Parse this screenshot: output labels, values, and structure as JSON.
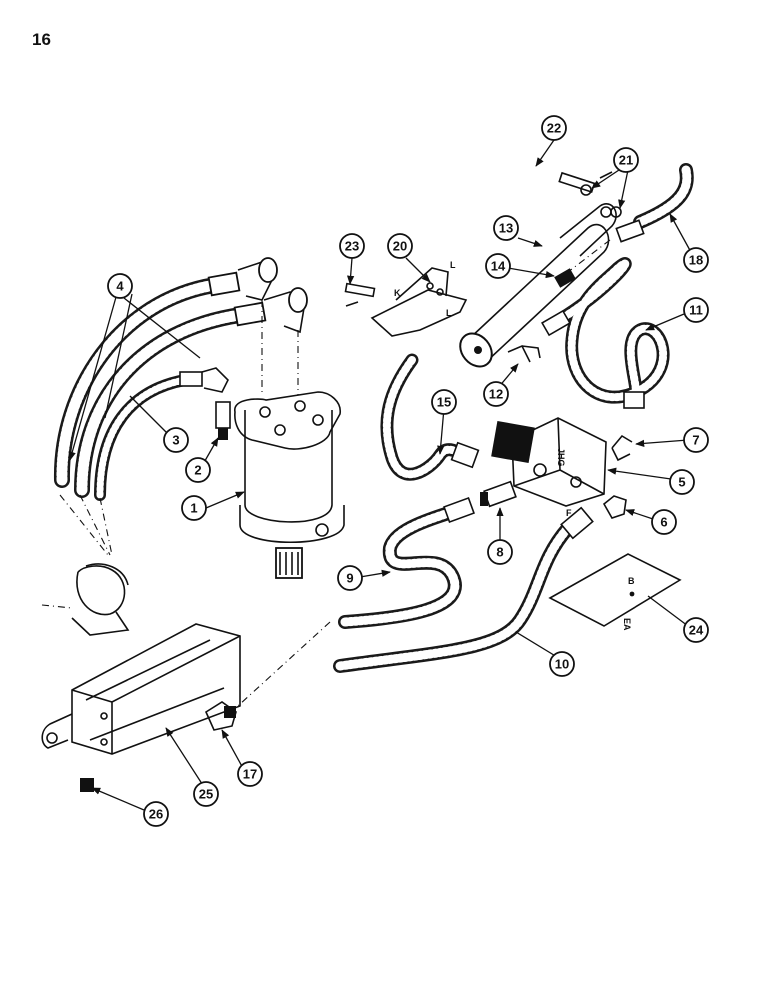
{
  "page_number": "16",
  "callouts": [
    "1",
    "2",
    "3",
    "4",
    "5",
    "6",
    "7",
    "8",
    "9",
    "10",
    "11",
    "12",
    "13",
    "14",
    "15",
    "17",
    "18",
    "20",
    "21",
    "22",
    "23",
    "24",
    "25",
    "26"
  ],
  "letters": {
    "bracket_k": "K",
    "bracket_l_top": "L",
    "bracket_l_bottom": "L",
    "valve_jhg": "JHG",
    "valve_f": "F",
    "plate_b": "B",
    "plate_ea": "EA"
  }
}
